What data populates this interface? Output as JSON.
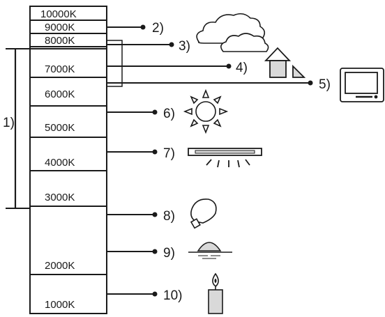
{
  "scale": {
    "labels": [
      "10000K",
      "9000K",
      "8000K",
      "7000K",
      "6000K",
      "5000K",
      "4000K",
      "3000K",
      "2000K",
      "1000K"
    ]
  },
  "range_marker": {
    "label": "1)"
  },
  "callouts": [
    {
      "label": "2)",
      "icon": "none-icon"
    },
    {
      "label": "3)",
      "icon": "cloud-icon"
    },
    {
      "label": "4)",
      "icon": "house-shade-icon"
    },
    {
      "label": "5)",
      "icon": "tv-monitor-icon"
    },
    {
      "label": "6)",
      "icon": "sun-icon"
    },
    {
      "label": "7)",
      "icon": "fluorescent-lamp-icon"
    },
    {
      "label": "8)",
      "icon": "light-bulb-icon"
    },
    {
      "label": "9)",
      "icon": "sunset-icon"
    },
    {
      "label": "10)",
      "icon": "candle-icon"
    }
  ],
  "colors": {
    "ink": "#1a1a1a",
    "fill_gray": "#d9d9d9",
    "background": "#ffffff"
  }
}
